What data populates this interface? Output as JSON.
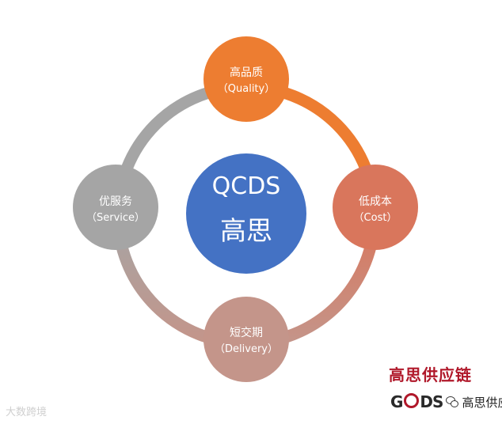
{
  "center": {
    "line1": "QCDS",
    "line2": "高思",
    "color": "#4472c4"
  },
  "nodes": [
    {
      "id": "quality",
      "title": "高品质",
      "subtitle": "（Quality）",
      "color": "#ed7d31"
    },
    {
      "id": "cost",
      "title": "低成本",
      "subtitle": "（Cost）",
      "color": "#d9765c"
    },
    {
      "id": "delivery",
      "title": "短交期",
      "subtitle": "（Delivery）",
      "color": "#c4958a"
    },
    {
      "id": "service",
      "title": "优服务",
      "subtitle": "（Service）",
      "color": "#a5a5a5"
    }
  ],
  "arcs": {
    "quality_to_cost": "#ed7d31",
    "cost_to_delivery": "#d9765c",
    "delivery_to_service": "#c4958a",
    "service_to_quality": "#a5a5a5"
  },
  "brand": {
    "title": "高思供应链",
    "logo_left": "G",
    "logo_right": "DS",
    "wechat_name": "高思供应链",
    "accent_color": "#b0182a"
  },
  "watermark": "大数跨境"
}
